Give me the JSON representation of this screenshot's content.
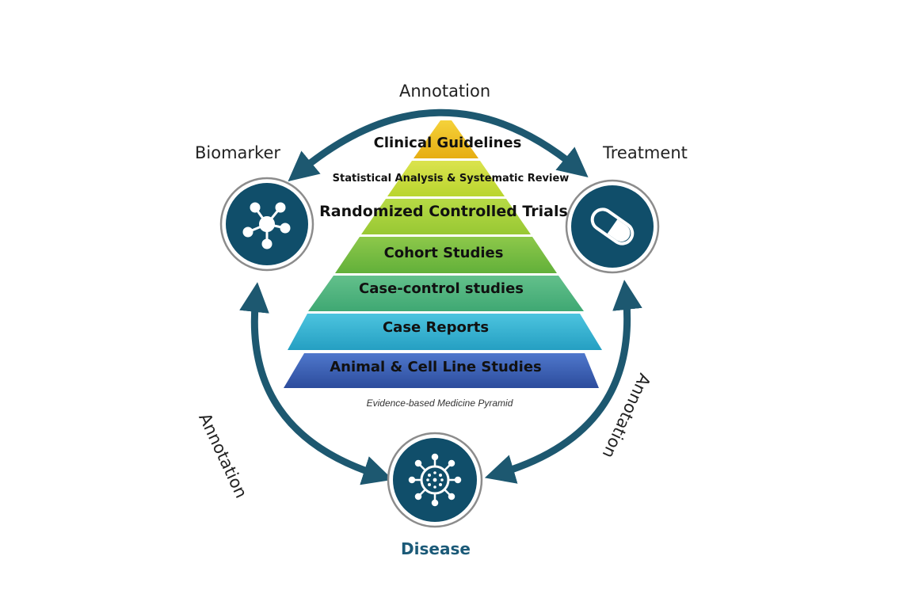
{
  "labels": {
    "top": "Annotation",
    "biomarker": "Biomarker",
    "treatment": "Treatment",
    "left_arc": "Annotation",
    "right_arc": "Annotation",
    "disease": "Disease"
  },
  "pyramid": {
    "tiers": [
      "Clinical Guidelines",
      "Statistical Analysis & Systematic Review",
      "Randomized Controlled Trials",
      "Cohort Studies",
      "Case-control studies",
      "Case Reports",
      "Animal & Cell Line Studies"
    ],
    "caption": "Evidence-based Medicine Pyramid"
  },
  "icons": {
    "biomarker": "molecule-network-icon",
    "treatment": "capsule-pill-icon",
    "disease": "virus-icon"
  },
  "colors": {
    "circle_dark": "#104e6a",
    "arrow": "#1d5870",
    "tier_yellow": "#f2c21c",
    "tier_lime": "#a9cf38",
    "tier_green": "#7fc13f",
    "tier_teal_green": "#4fb47a",
    "tier_cyan": "#34b2cf",
    "tier_blue": "#3b5fb3"
  }
}
